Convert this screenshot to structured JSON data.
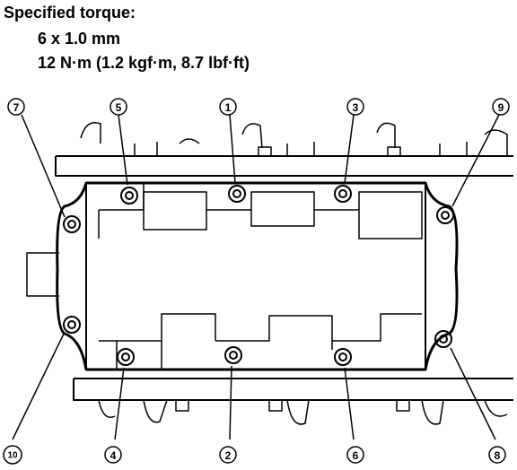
{
  "heading": {
    "title": "Specified torque:",
    "size": "6 x 1.0 mm",
    "torque": "12 N·m (1.2 kgf·m, 8.7 lbf·ft)"
  },
  "callouts": [
    "1",
    "2",
    "3",
    "4",
    "5",
    "6",
    "7",
    "8",
    "9",
    "10"
  ],
  "colors": {
    "ink": "#000000",
    "paper": "#ffffff"
  }
}
